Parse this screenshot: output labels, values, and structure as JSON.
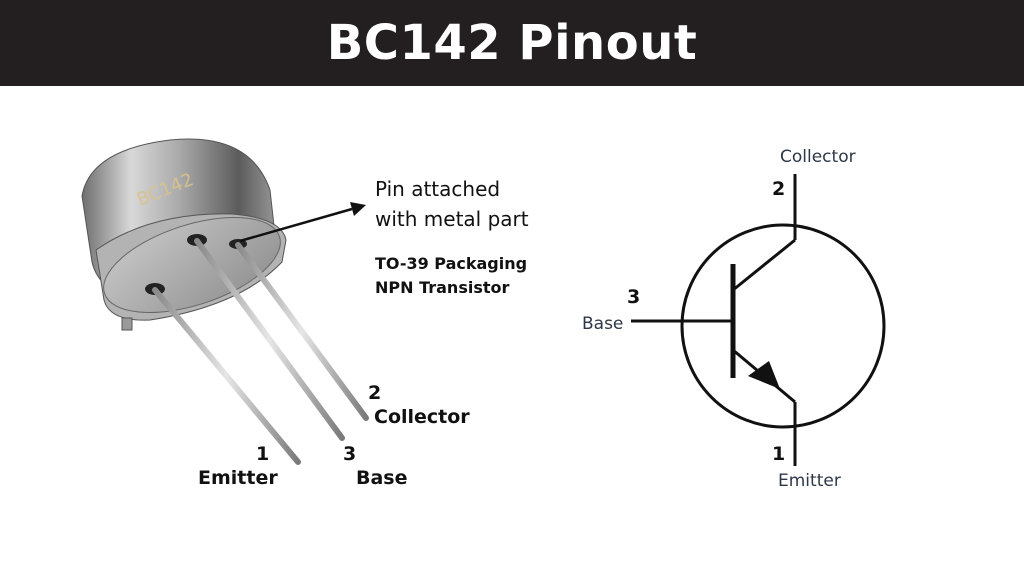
{
  "title": "BC142 Pinout",
  "package": {
    "marking": "BC142",
    "note_line1": "Pin attached",
    "note_line2": "with metal part",
    "packaging": "TO-39 Packaging",
    "type": "NPN Transistor",
    "pins": [
      {
        "number": "1",
        "name": "Emitter"
      },
      {
        "number": "3",
        "name": "Base"
      },
      {
        "number": "2",
        "name": "Collector"
      }
    ]
  },
  "symbol": {
    "collector": {
      "number": "2",
      "name": "Collector"
    },
    "base": {
      "number": "3",
      "name": "Base"
    },
    "emitter": {
      "number": "1",
      "name": "Emitter"
    }
  },
  "colors": {
    "banner": "#231f20",
    "symbol_text": "#2d3748",
    "line": "#111111"
  }
}
